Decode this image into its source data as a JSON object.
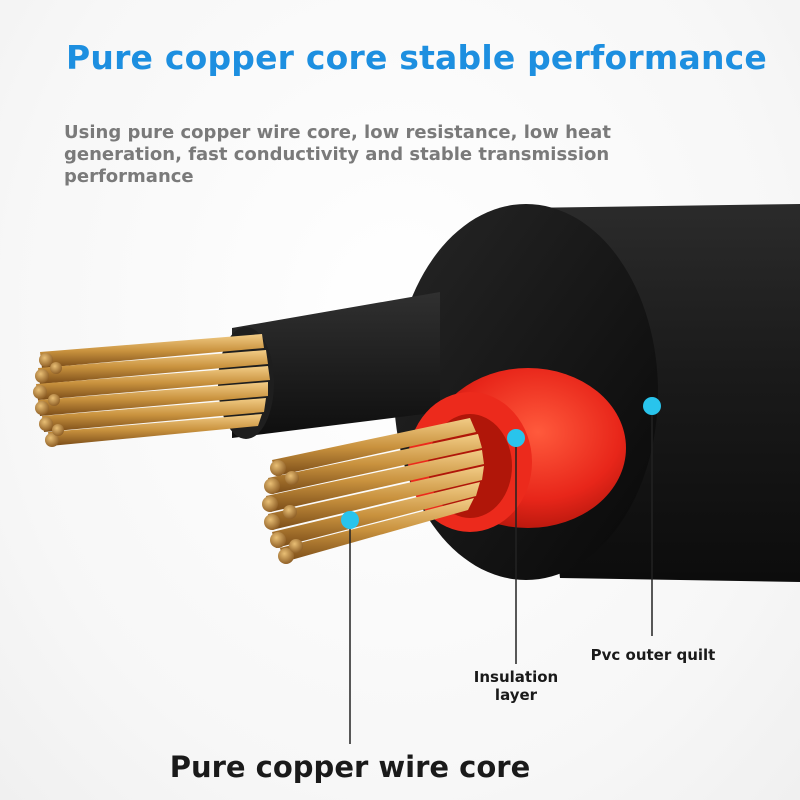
{
  "header": {
    "title": "Pure copper core stable performance",
    "subtitle": "Using pure copper wire core, low resistance, low heat generation, fast conductivity and stable transmission performance"
  },
  "callouts": {
    "insulation": "Insulation layer",
    "pvc": "Pvc outer quilt",
    "core": "Pure copper wire core"
  },
  "colors": {
    "title": "#1d8fe0",
    "subtitle": "#7a7a7a",
    "marker": "#29c4ec",
    "insulation": "#e8261a",
    "jacket": "#161616",
    "copper": "#c9923e"
  }
}
